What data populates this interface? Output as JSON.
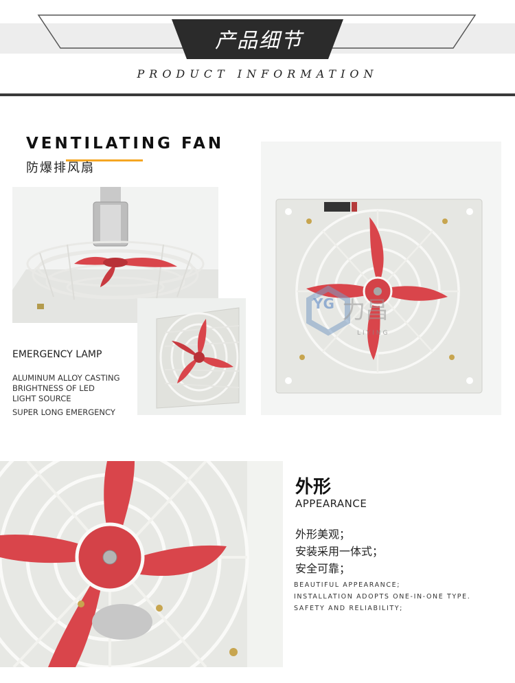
{
  "header": {
    "title_cn": "产品细节",
    "subtitle_en": "PRODUCT INFORMATION"
  },
  "product": {
    "title_en": "VENTILATING FAN",
    "title_cn": "防爆排风扇",
    "emergency_label": "EMERGENCY LAMP",
    "features": [
      "ALUMINUM ALLOY CASTING",
      "BRIGHTNESS OF LED",
      "LIGHT SOURCE",
      "SUPER LONG EMERGENCY"
    ]
  },
  "watermark": {
    "logo_letters": "YG",
    "brand_cn": "力昌",
    "brand_en": "LIYING"
  },
  "appearance": {
    "title_cn": "外形",
    "title_en": "APPEARANCE",
    "points_cn": [
      "外形美观；",
      "安装采用一体式；",
      "安全可靠；"
    ],
    "points_en": [
      "BEAUTIFUL APPEARANCE;",
      "INSTALLATION ADOPTS ONE-IN-ONE TYPE.",
      "SAFETY AND RELIABILITY;"
    ]
  },
  "colors": {
    "blade_red": "#d9454b",
    "cage_white": "#f4f4f0",
    "header_dark": "#2e2e2e",
    "accent_orange": "#f5a623"
  }
}
